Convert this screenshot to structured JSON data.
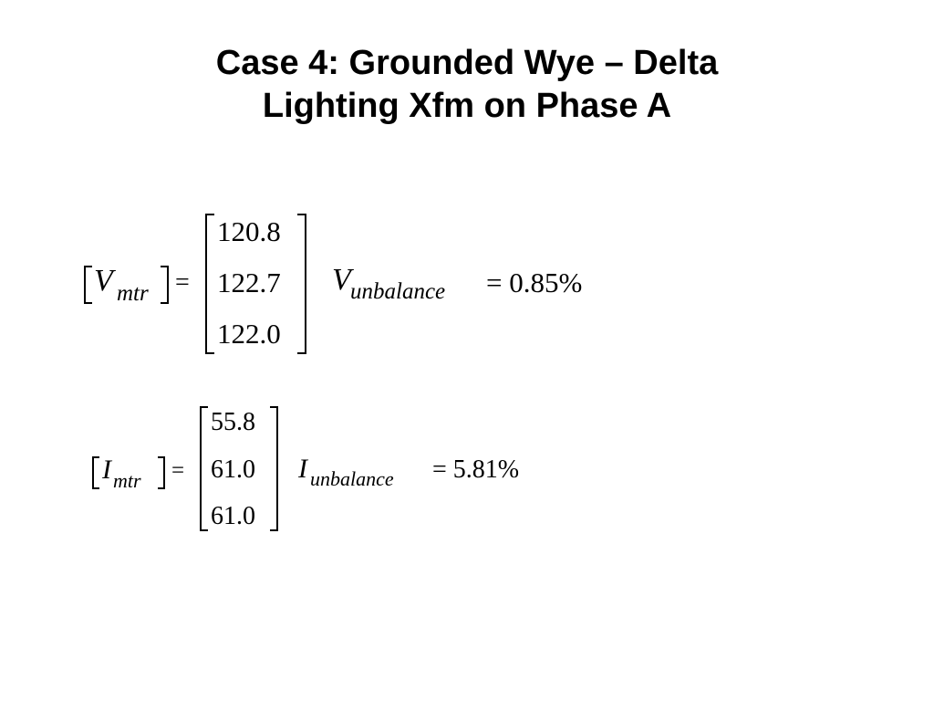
{
  "slide": {
    "title_line1": "Case 4:  Grounded Wye – Delta",
    "title_line2": "Lighting Xfm on Phase A"
  },
  "voltage": {
    "symbol": "V",
    "subscript": "mtr",
    "equals": "=",
    "values": [
      "120.8",
      "122.7",
      "122.0"
    ],
    "unbalance_symbol": "V",
    "unbalance_subscript": "unbalance",
    "unbalance_value": "= 0.85%"
  },
  "current": {
    "symbol": "I",
    "subscript": "mtr",
    "equals": "=",
    "values": [
      "55.8",
      "61.0",
      "61.0"
    ],
    "unbalance_symbol": "I",
    "unbalance_subscript": "unbalance",
    "unbalance_value": "= 5.81%"
  }
}
